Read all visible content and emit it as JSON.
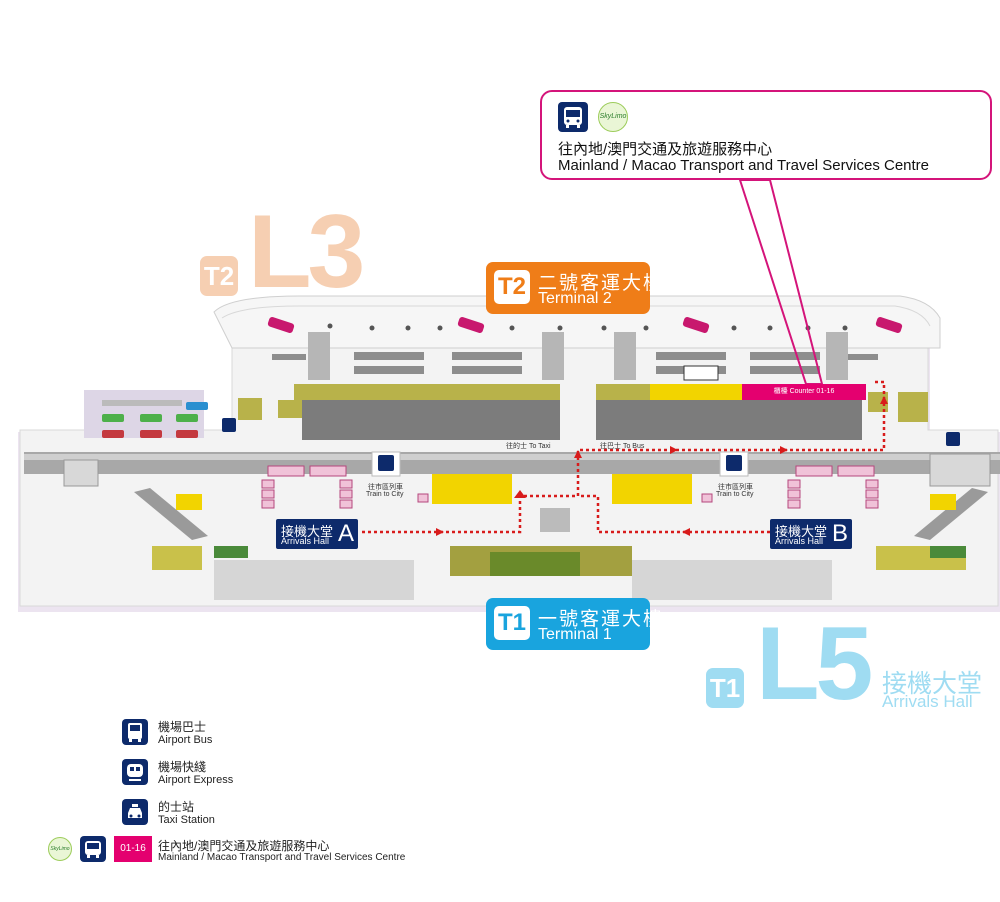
{
  "callout": {
    "name_zh": "往內地/澳門交通及旅遊服務中心",
    "name_en": "Mainland / Macao Transport and Travel Services Centre",
    "brand": "SkyLimo"
  },
  "levels": {
    "t2_level": {
      "terminal": "T2",
      "level": "L3"
    },
    "t1_level": {
      "terminal": "T1",
      "level": "L5",
      "area_zh": "接機大堂",
      "area_en": "Arrivals Hall"
    }
  },
  "terminals": {
    "t2": {
      "num": "T2",
      "zh": "二號客運大樓",
      "en": "Terminal 2",
      "color": "#ef7d18"
    },
    "t1": {
      "num": "T1",
      "zh": "一號客運大樓",
      "en": "Terminal 1",
      "color": "#19a4de"
    }
  },
  "halls": {
    "a": {
      "zh": "接機大堂",
      "en": "Arrivals Hall",
      "letter": "A"
    },
    "b": {
      "zh": "接機大堂",
      "en": "Arrivals Hall",
      "letter": "B"
    }
  },
  "labels": {
    "to_taxi": "往的士 To Taxi",
    "to_bus": "往巴士 To Bus",
    "train_zh_left": "往市區列車",
    "train_en_left": "Train to City",
    "train_zh_right": "往市區列車",
    "train_en_right": "Train to City",
    "counter": "櫃檯 Counter 01-16"
  },
  "legend": [
    {
      "icon": "airport-bus-icon",
      "zh": "機場巴士",
      "en": "Airport Bus"
    },
    {
      "icon": "airport-express-icon",
      "zh": "機場快綫",
      "en": "Airport Express"
    },
    {
      "icon": "taxi-station-icon",
      "zh": "的士站",
      "en": "Taxi Station"
    }
  ],
  "legend_service": {
    "counter": "01-16",
    "zh": "往內地/澳門交通及旅遊服務中心",
    "en": "Mainland / Macao Transport and Travel Services Centre"
  },
  "colors": {
    "navy": "#0d2a6b",
    "magenta": "#e4006f",
    "t2_orange": "#ef7d18",
    "t1_blue": "#19a4de",
    "route_red": "#d81b1b"
  }
}
